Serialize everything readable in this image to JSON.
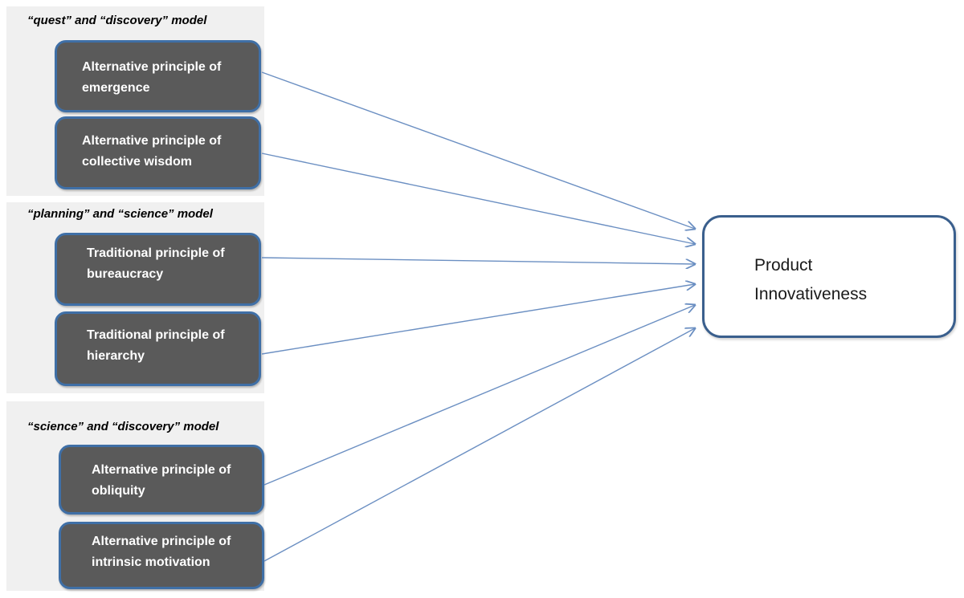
{
  "groups": [
    {
      "title": "“quest” and “discovery” model",
      "nodes": [
        {
          "label": "Alternative principle of\nemergence"
        },
        {
          "label": "Alternative principle of\ncollective wisdom"
        }
      ]
    },
    {
      "title": "“planning” and “science” model",
      "nodes": [
        {
          "label": "Traditional principle of\nbureaucracy"
        },
        {
          "label": "Traditional principle of\nhierarchy"
        }
      ]
    },
    {
      "title": "“science”  and “discovery” model",
      "nodes": [
        {
          "label": "Alternative principle of\nobliquity"
        },
        {
          "label": "Alternative principle of\nintrinsic motivation"
        }
      ]
    }
  ],
  "target": {
    "label": "Product\nInnovativeness"
  },
  "colors": {
    "node_fill": "#5a5a5a",
    "node_border": "#3f6fa6",
    "arrow": "#6b8fc2",
    "panel": "#f0f0f0",
    "target_border": "#3a5f8d"
  }
}
